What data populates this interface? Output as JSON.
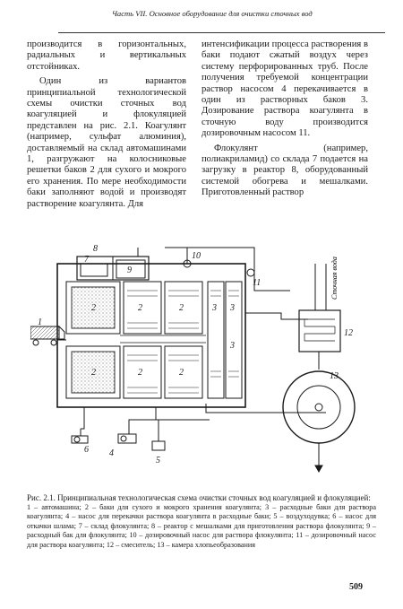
{
  "header": {
    "running_title": "Часть VII. Основное оборудование для очистки сточных вод"
  },
  "left_column": {
    "para1": "производится в горизонтальных, радиальных и вертикальных отстойниках.",
    "para2": "Один из вариантов принципиальной технологической схемы очистки сточных вод коагуляцией и флокуляцией представлен на рис. 2.1. Коагулянт (например, сульфат алюминия), доставляемый на склад автомашинами 1, разгружают на колосниковые решетки баков 2 для сухого и мокрого его хранения. По мере необходимости баки заполняют водой и производят растворение коагулянта. Для"
  },
  "right_column": {
    "para1": "интенсификации процесса растворения в баки подают сжатый воздух через систему перфорированных труб. После получения требуемой концентрации раствор насосом 4 перекачивается в один из растворных баков 3. Дозирование раствора коагулянта в сточную воду производится дозировочным насосом 11.",
    "para2": "Флокулянт (например, полиакриламид) со склада 7 подается на загрузку в реактор 8, оборудованный системой обогрева и мешалками. Приготовленный раствор"
  },
  "figure": {
    "labels": {
      "n1": "1",
      "n2a": "2",
      "n2b": "2",
      "n2c": "2",
      "n2d": "2",
      "n2e": "2",
      "n2f": "2",
      "n3a": "3",
      "n3b": "3",
      "n3c": "3",
      "n4": "4",
      "n5": "5",
      "n6": "6",
      "n7": "7",
      "n8": "8",
      "n9": "9",
      "n10": "10",
      "n11": "11",
      "n12": "12",
      "n13": "13",
      "water": "Сточная вода"
    }
  },
  "caption": {
    "title": "Рис. 2.1. Принципиальная технологическая схема очистки сточных вод коагуляцией и флокуляцией:",
    "legend": "1 – автомашина; 2 – баки для сухого и мокрого хранения коагулянта; 3 – расходные баки для раствора коагулянта; 4 – насос для перекачки раствора коагулянта в расходные баки; 5 – воздуходувка; 6 – насос для откачки шлама; 7 – склад флокулянта; 8 – реактор с мешалками для приготовления раствора флокулянта; 9 – расходный бак для флокулянта; 10 – дозировочный насос для раствора флокулянта; 11 – дозировочный насос для раствора коагулянта; 12 – смеситель; 13 – камера хлопьеобразования"
  },
  "page_number": "509",
  "colors": {
    "ink": "#1a1a1a",
    "paper": "#ffffff",
    "stipple": "#777777"
  }
}
